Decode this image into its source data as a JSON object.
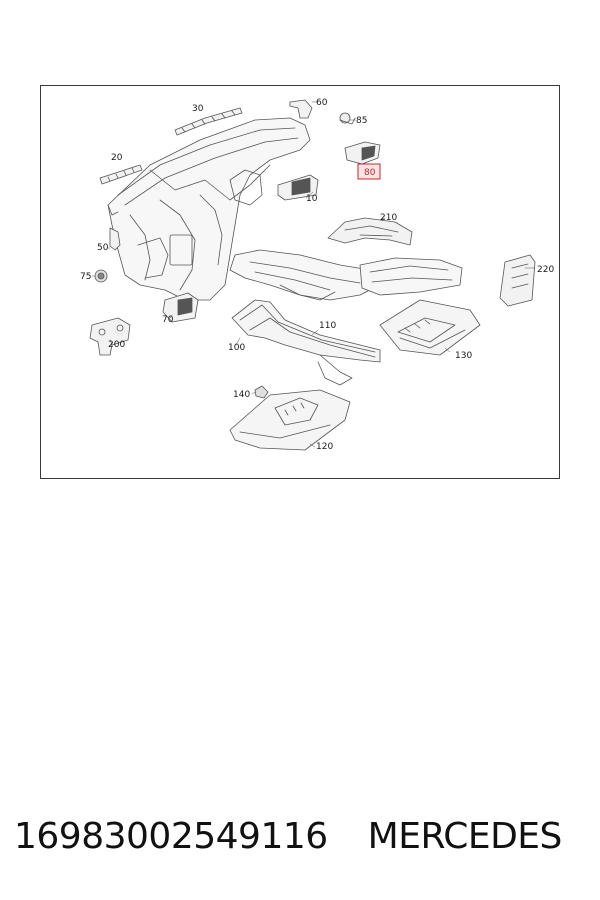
{
  "diagram": {
    "highlight_color": "#c0282d",
    "line_color": "#555555",
    "callouts": [
      {
        "id": "c10",
        "label": "10"
      },
      {
        "id": "c20",
        "label": "20"
      },
      {
        "id": "c30",
        "label": "30"
      },
      {
        "id": "c50",
        "label": "50"
      },
      {
        "id": "c60",
        "label": "60"
      },
      {
        "id": "c70",
        "label": "70"
      },
      {
        "id": "c75",
        "label": "75"
      },
      {
        "id": "c80",
        "label": "80",
        "highlighted": true
      },
      {
        "id": "c85",
        "label": "85"
      },
      {
        "id": "c100",
        "label": "100"
      },
      {
        "id": "c110",
        "label": "110"
      },
      {
        "id": "c120",
        "label": "120"
      },
      {
        "id": "c130",
        "label": "130"
      },
      {
        "id": "c140",
        "label": "140"
      },
      {
        "id": "c200",
        "label": "200"
      },
      {
        "id": "c210",
        "label": "210"
      },
      {
        "id": "c220",
        "label": "220"
      }
    ]
  },
  "footer": {
    "part_number": "16983002549116",
    "brand": "MERCEDES"
  }
}
